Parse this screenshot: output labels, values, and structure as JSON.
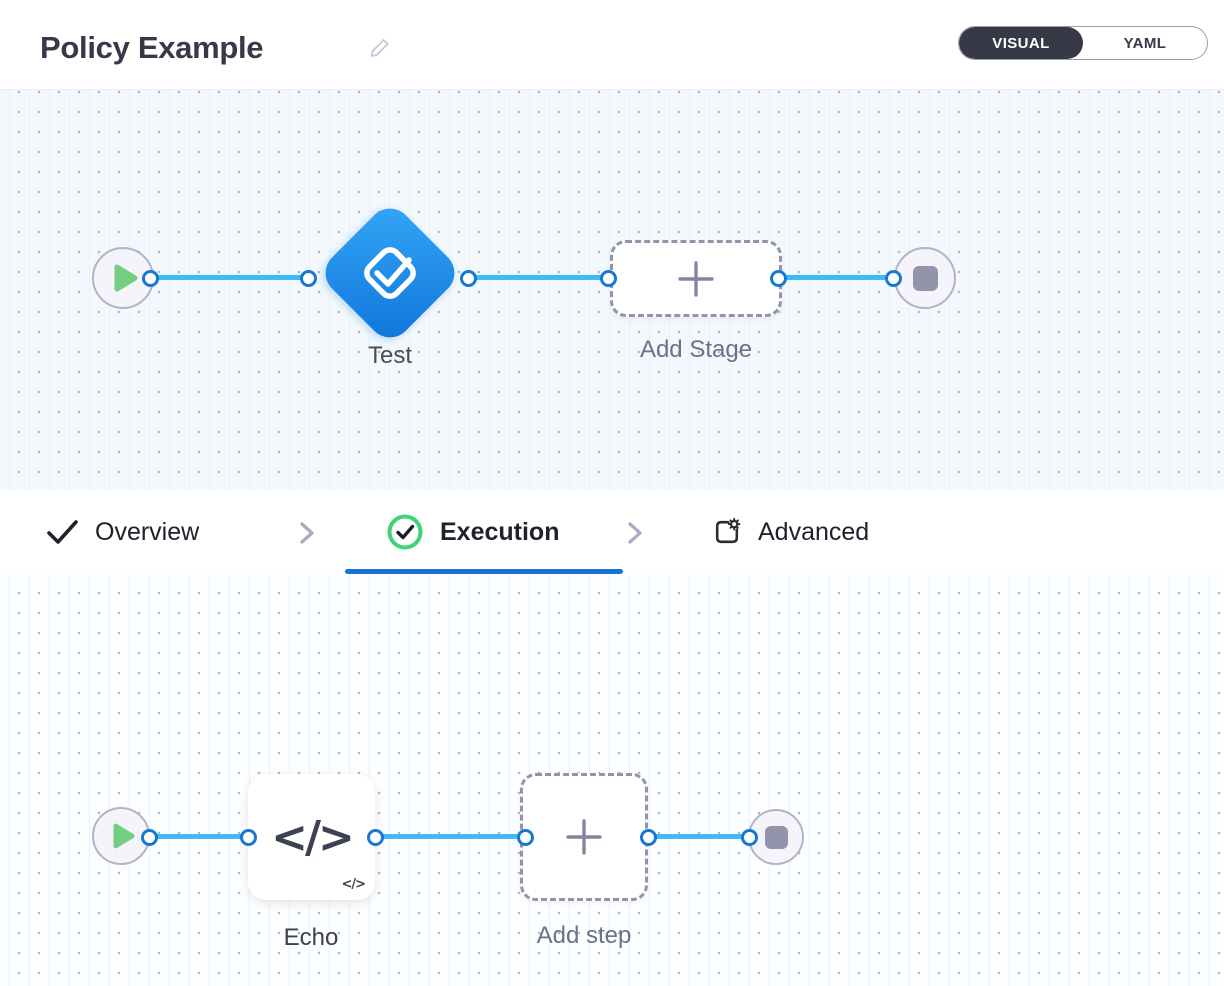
{
  "header": {
    "title": "Policy Example",
    "view_toggle": {
      "options": [
        "VISUAL",
        "YAML"
      ],
      "selected": "VISUAL"
    }
  },
  "tabs": {
    "items": [
      {
        "label": "Overview",
        "icon": "check-icon",
        "state": "completed"
      },
      {
        "label": "Execution",
        "icon": "check-circle-icon",
        "state": "active"
      },
      {
        "label": "Advanced",
        "icon": "settings-panel-icon",
        "state": "default"
      }
    ]
  },
  "stage_pipeline": {
    "start_icon": "play-icon",
    "end_icon": "stop-icon",
    "stage": {
      "label": "Test",
      "icon": "approval-check-icon",
      "shape": "diamond"
    },
    "add_stage": {
      "label": "Add Stage",
      "icon": "plus-icon"
    }
  },
  "step_pipeline": {
    "start_icon": "play-icon",
    "end_icon": "stop-icon",
    "step": {
      "label": "Echo",
      "icon": "code-icon",
      "badge_icon": "code-icon"
    },
    "add_step": {
      "label": "Add step",
      "icon": "plus-icon"
    }
  },
  "colors": {
    "accent_blue": "#1873d2",
    "connector_blue": "#3fbcf3",
    "stage_gradient_start": "#35a7f8",
    "stage_gradient_end": "#0f74da",
    "success_green": "#3fd276",
    "play_green": "#74ce81",
    "dark_navy": "#383946"
  }
}
